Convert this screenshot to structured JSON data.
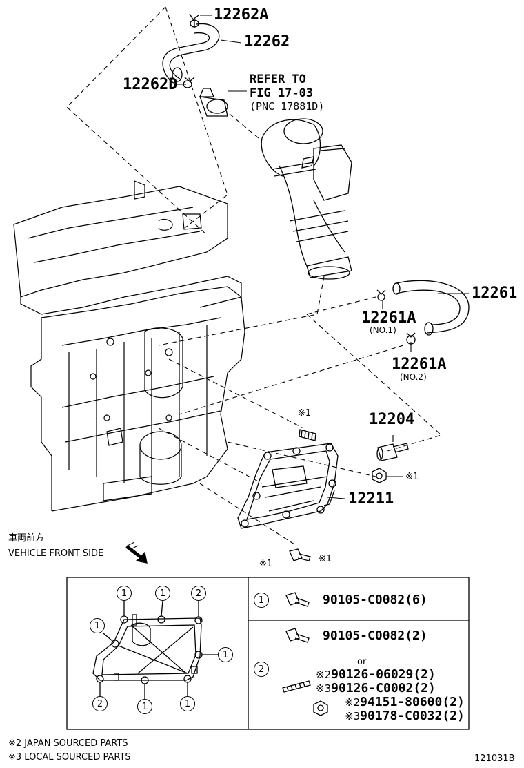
{
  "parts": {
    "p12262A": "12262A",
    "p12262": "12262",
    "p12262D": "12262D",
    "p12261": "12261",
    "p12261A_1": "12261A",
    "p12261A_1_note": "(NO.1)",
    "p12261A_2": "12261A",
    "p12261A_2_note": "(NO.2)",
    "p12204": "12204",
    "p12211": "12211"
  },
  "refer": {
    "line1": "REFER TO",
    "line2": "FIG 17-03",
    "line3": "(PNC 17881D)"
  },
  "marks": {
    "stud_mark": "※1",
    "nut_mark": "※1",
    "bolt_mark": "※1",
    "table_mark": "※1"
  },
  "front_side": {
    "japanese": "車両前方",
    "english": "VEHICLE FRONT SIDE"
  },
  "table": {
    "row1_index": "1",
    "row1_part": "90105-C0082(6)",
    "row2_index": "2",
    "row2_part_a": "90105-C0082(2)",
    "row2_or": "or",
    "row2_line2_mark": "※2",
    "row2_line2_part": "90126-06029(2)",
    "row2_line3_mark": "※3",
    "row2_line3_part": "90126-C0002(2)",
    "row2_line4_mark": "※2",
    "row2_line4_part": "94151-80600(2)",
    "row2_line5_mark": "※3",
    "row2_line5_part": "90178-C0032(2)"
  },
  "gasket_callouts": [
    "1",
    "1",
    "2",
    "1",
    "1",
    "2",
    "1",
    "1"
  ],
  "footnotes": {
    "note2": "※2 JAPAN SOURCED PARTS",
    "note3": "※3 LOCAL SOURCED PARTS"
  },
  "figure_id": "121031B"
}
